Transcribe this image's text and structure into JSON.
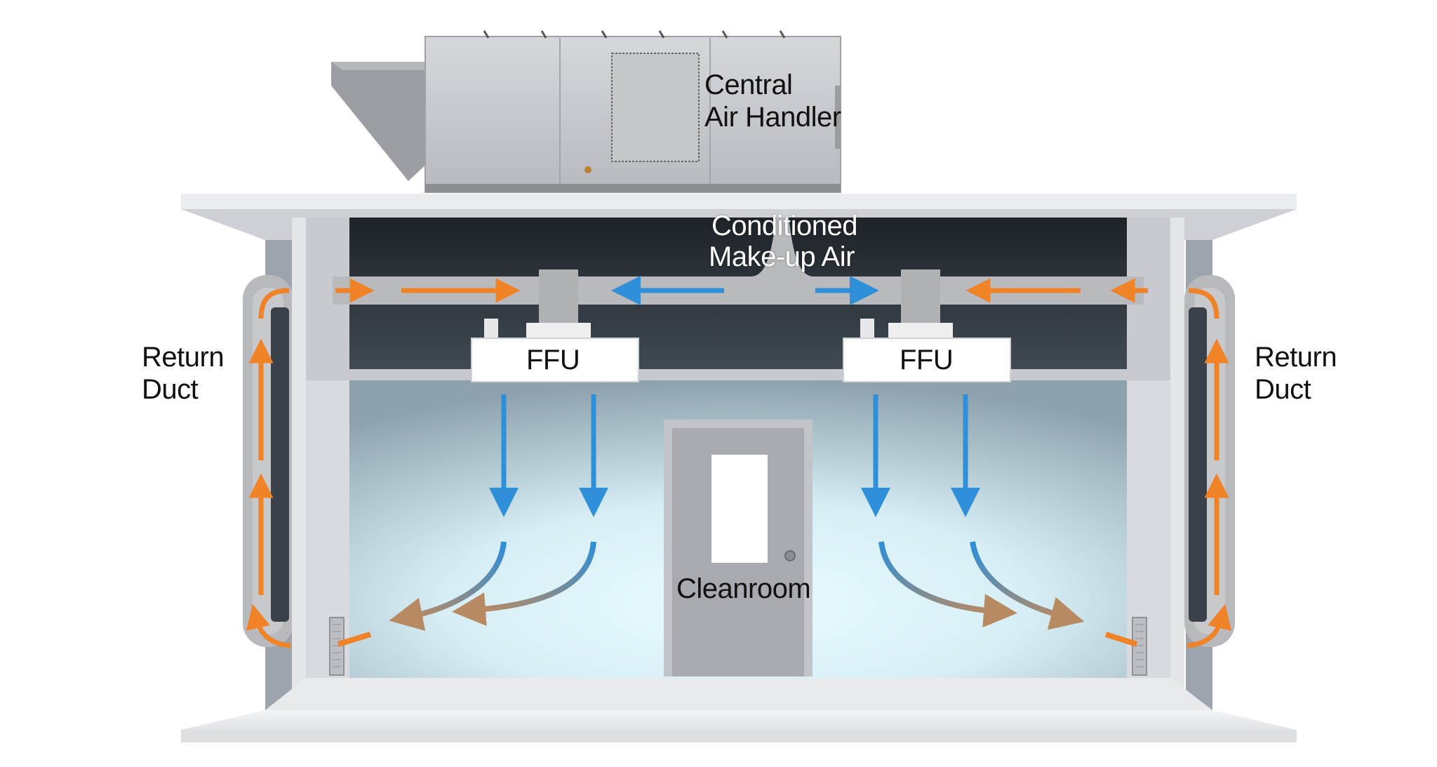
{
  "labels": {
    "central_air_handler_line1": "Central",
    "central_air_handler_line2": "Air Handler",
    "conditioned_line1": "Conditioned",
    "conditioned_line2": "Make-up Air",
    "return_duct_left_line1": "Return",
    "return_duct_left_line2": "Duct",
    "return_duct_right_line1": "Return",
    "return_duct_right_line2": "Duct",
    "ffu_left": "FFU",
    "ffu_right": "FFU",
    "cleanroom": "Cleanroom"
  },
  "colors": {
    "supply_air_arrow": "#2f8fd8",
    "return_air_arrow": "#f08228",
    "mixed_air_arrow": "#b88a62",
    "plenum": "#3a4148",
    "room_light": "#e4fbff",
    "structure": "#dcdde2",
    "duct": "#b9babd"
  }
}
